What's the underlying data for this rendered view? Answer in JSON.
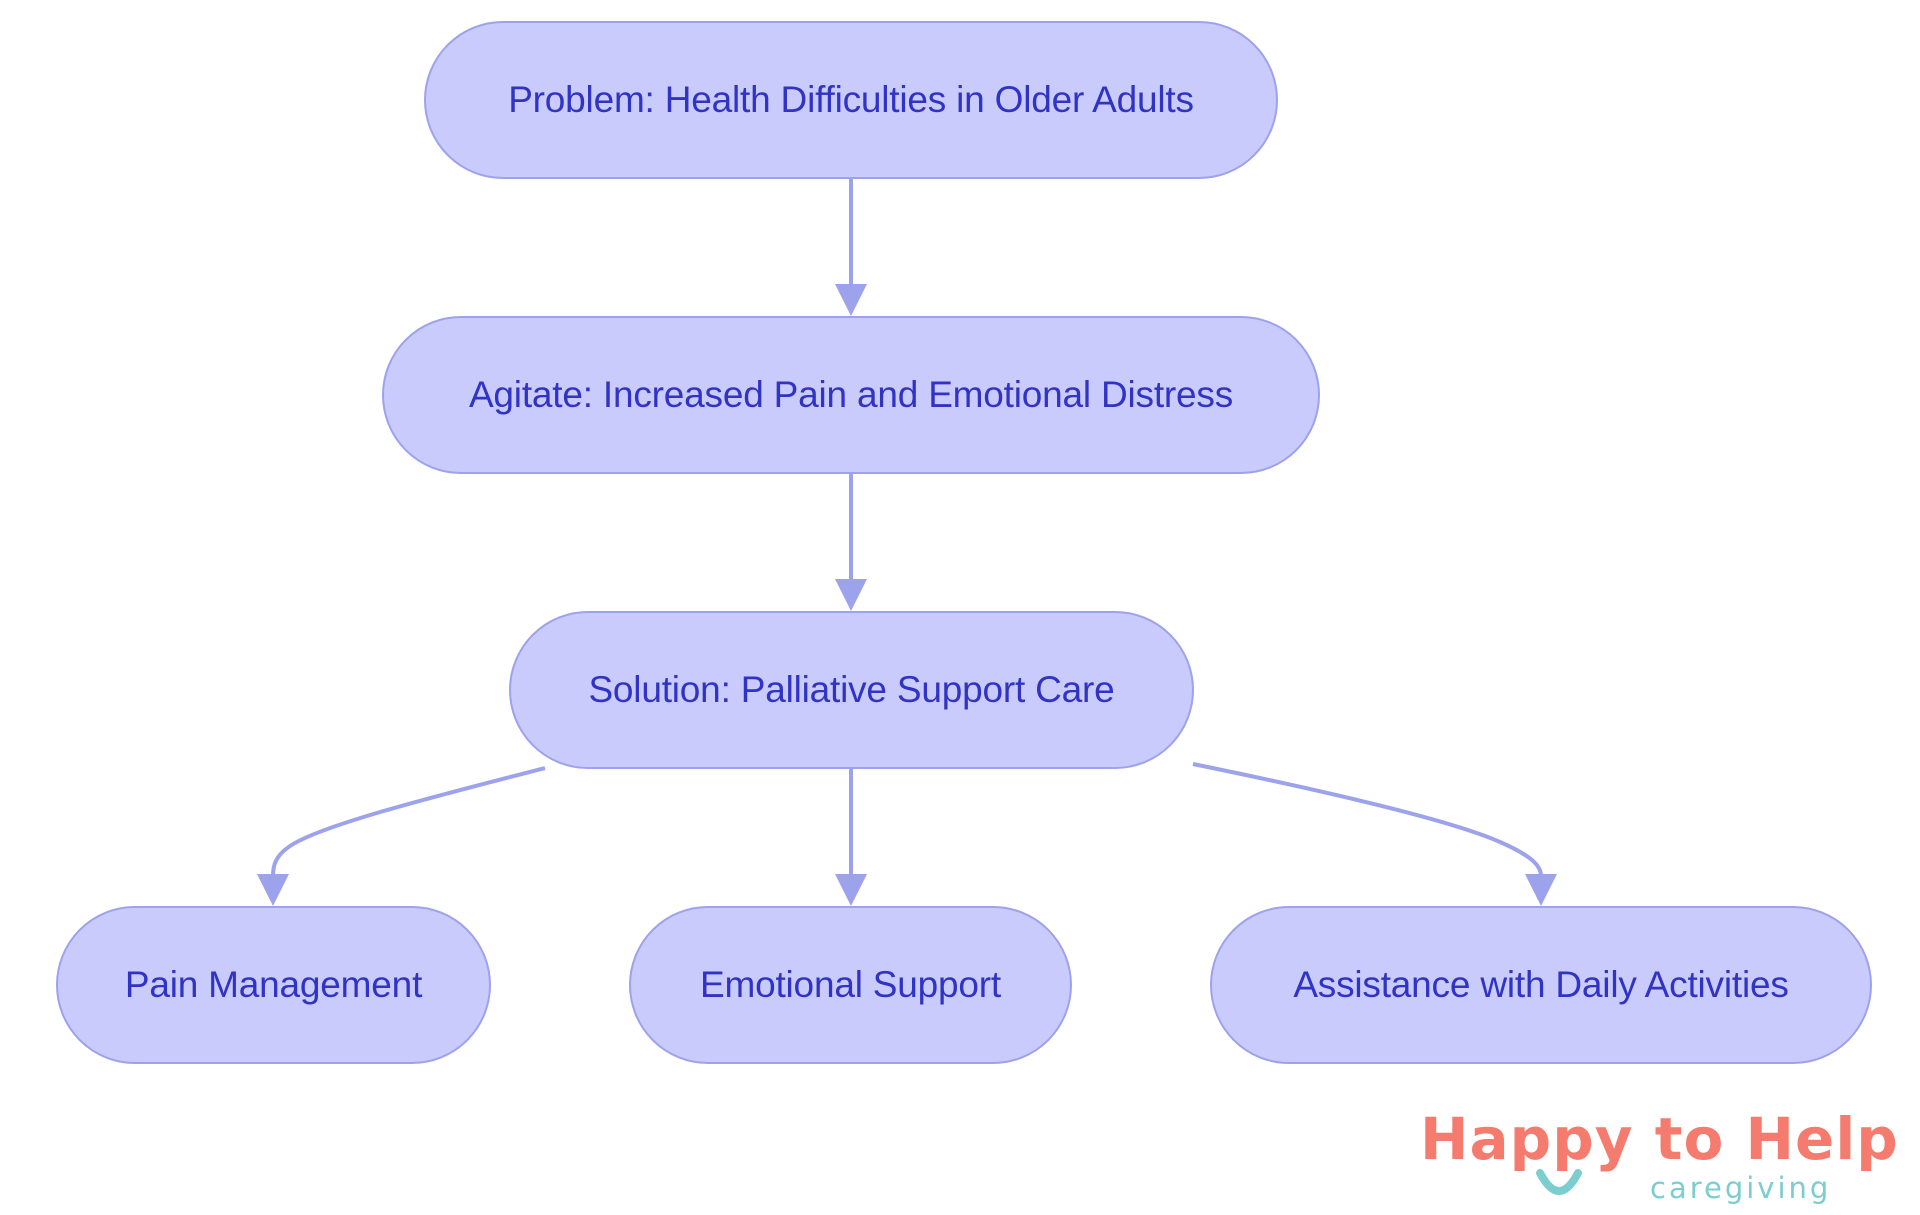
{
  "diagram": {
    "nodes": {
      "problem": "Problem: Health Difficulties in Older Adults",
      "agitate": "Agitate: Increased Pain and Emotional Distress",
      "solution": "Solution: Palliative Support Care",
      "pain": "Pain Management",
      "emotional": "Emotional Support",
      "assistance": "Assistance with Daily Activities"
    },
    "edges": [
      [
        "problem",
        "agitate"
      ],
      [
        "agitate",
        "solution"
      ],
      [
        "solution",
        "pain"
      ],
      [
        "solution",
        "emotional"
      ],
      [
        "solution",
        "assistance"
      ]
    ]
  },
  "logo": {
    "happy": "Happy",
    "to": "to",
    "help": "Help",
    "sub": "caregiving"
  },
  "colors": {
    "node_fill": "#c9cbfd",
    "node_border": "#9da2ec",
    "node_text": "#3033c4",
    "edge": "#9da2ec",
    "logo_coral": "#f47b6e",
    "logo_teal": "#7ccdcf"
  }
}
